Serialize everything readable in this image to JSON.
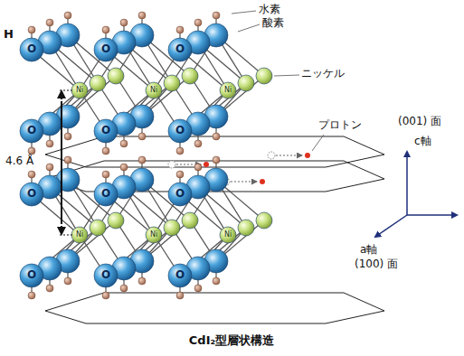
{
  "diagram": {
    "caption": "CdI₂型層状構造",
    "labels": [
      "水素",
      "酸素",
      "ニッケル",
      "H",
      "O",
      "O",
      "O",
      "O",
      "O",
      "O",
      "O",
      "O",
      "O",
      "O",
      "O",
      "O",
      "Ni",
      "Ni",
      "Ni",
      "Ni",
      "Ni",
      "Ni",
      "4.6 Å",
      "(001) 面",
      "c軸",
      "プロトン",
      "a軸",
      "(100) 面"
    ]
  }
}
